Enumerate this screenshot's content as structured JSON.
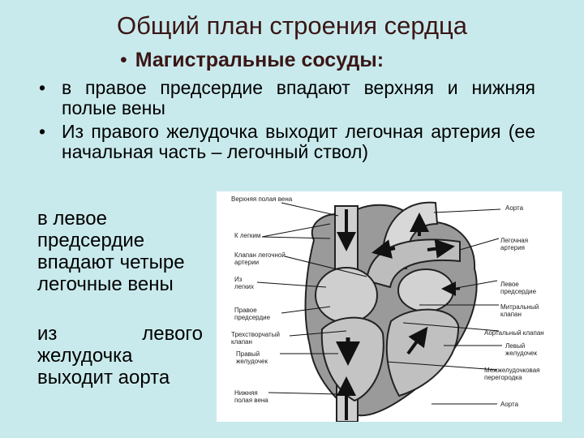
{
  "slide": {
    "title": "Общий план строения сердца",
    "subtitle_bullet": "•",
    "subtitle": "Магистральные сосуды:",
    "bullets": [
      {
        "marker": "•",
        "text": "в правое предсердие впадают верхняя и нижняя полые вены"
      },
      {
        "marker": "•",
        "text": "Из правого желудочка выходит легочная артерия (ее начальная часть – легочный ствол)"
      }
    ],
    "side_text_1": "в левое предсердие впадают четыре легочные вены",
    "side_text_2_line1_a": "из",
    "side_text_2_line1_b": "левого",
    "side_text_2_rest": "желудочка выходит аорта"
  },
  "diagram": {
    "labels": {
      "sup_vena_cava": "Верхняя полая вена",
      "to_lungs": "К легким",
      "pulm_valve": "Клапан легочной\nартерии",
      "from_lungs": "Из\nлегких",
      "right_atrium": "Правое\nпредсердие",
      "tricuspid": "Трехстворчатый\nклапан",
      "right_ventricle": "Правый\nжелудочек",
      "inf_vena_cava": "Нижняя\nполая вена",
      "aorta_top": "Аорта",
      "pulm_artery": "Легочная\nартерия",
      "left_atrium": "Левое\nпредсердие",
      "mitral": "Митральный\nклапан",
      "aortic_valve": "Аортальный клапан",
      "left_ventricle": "Левый\nжелудочек",
      "septum": "Межжелудочковая\nперегородка",
      "aorta_bottom": "Аорта"
    }
  }
}
